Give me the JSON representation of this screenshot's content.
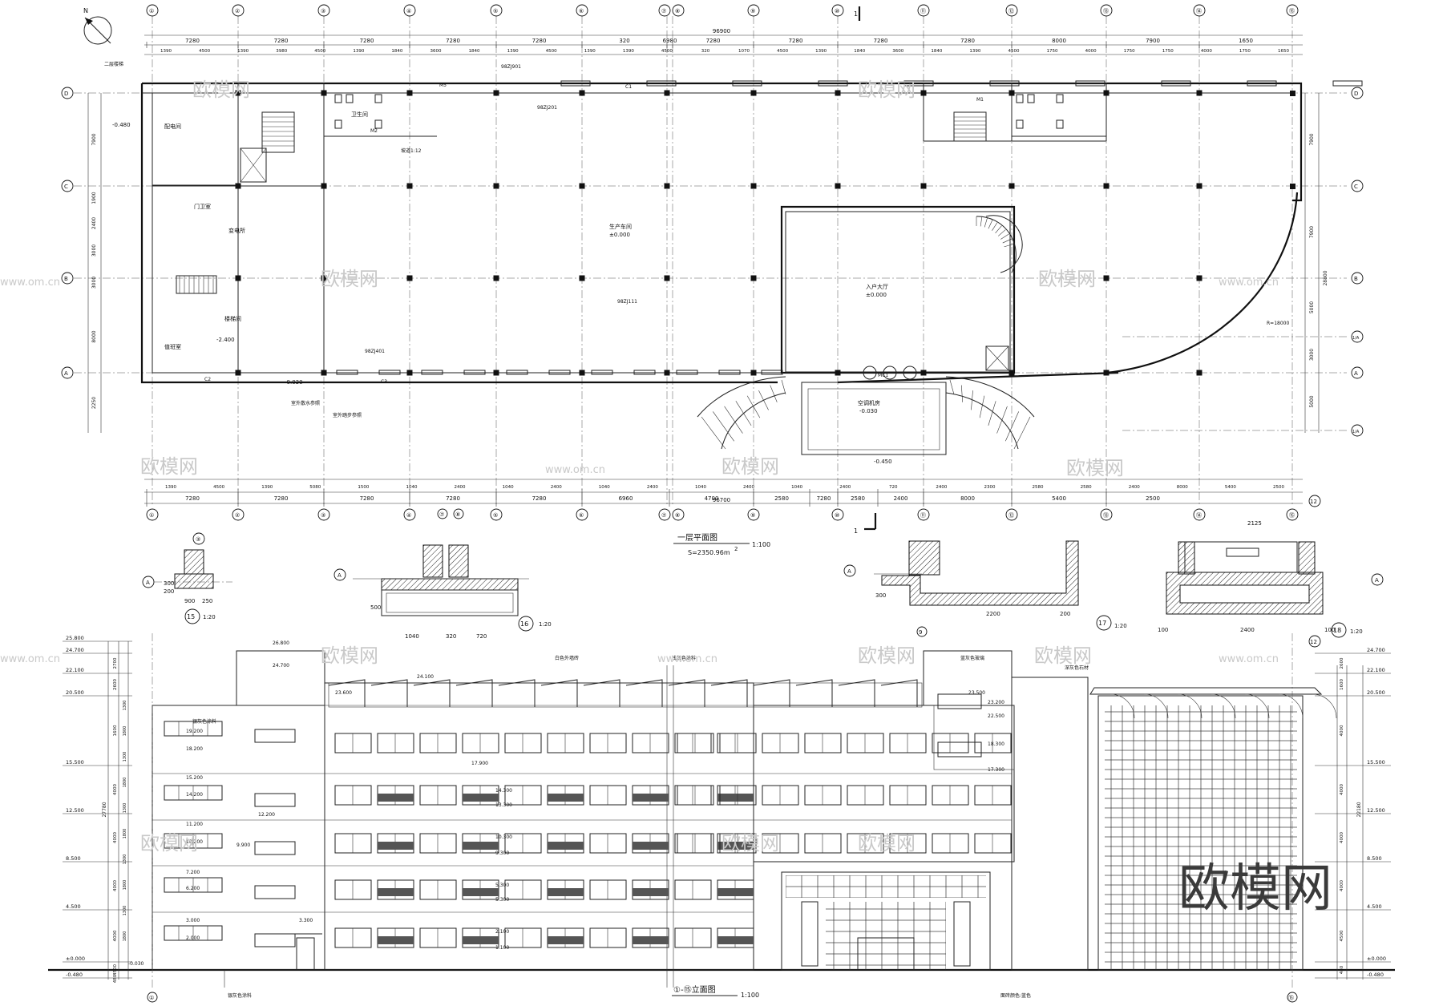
{
  "north": {
    "label": "N"
  },
  "grid_axes": {
    "columns": [
      "①",
      "②",
      "③",
      "④",
      "⑤",
      "⑥",
      "⑦",
      "⑧",
      "⑨",
      "⑩",
      "⑪",
      "⑫",
      "⑬",
      "⑭",
      "⑮"
    ],
    "rows": [
      "D",
      "C",
      "B",
      "A"
    ],
    "extra_rows": [
      "1/A",
      "1/A"
    ]
  },
  "plan": {
    "title": "一层平面图",
    "scale": "1:100",
    "area": "S=2350.96m",
    "area_sup": "2",
    "overall_top": "96900",
    "overall_bottom": "96700",
    "top_bays": [
      "7280",
      "7280",
      "7280",
      "7280",
      "7280",
      "320",
      "6980",
      "7280",
      "7280",
      "7280",
      "7280",
      "8000",
      "7900",
      "1650"
    ],
    "top_sub": [
      "1390",
      "4500",
      "1390",
      "3980",
      "4500",
      "1390",
      "1840",
      "3600",
      "1840",
      "1390",
      "4500",
      "1390",
      "1390",
      "4500",
      "320",
      "1070",
      "4500",
      "1390",
      "1840",
      "3600",
      "1840",
      "1390",
      "4500",
      "1750",
      "4000",
      "1750",
      "1750",
      "4000",
      "1750",
      "1650"
    ],
    "bottom_bays": [
      "7280",
      "7280",
      "7280",
      "7280",
      "7280",
      "6960",
      "4700",
      "2580",
      "7280",
      "2580",
      "2400",
      "8000",
      "5400",
      "2500"
    ],
    "bottom_sub": [
      "1390",
      "4500",
      "1390",
      "5080",
      "1500",
      "1040",
      "2400",
      "1040",
      "2400",
      "1040",
      "2400",
      "1040",
      "2400",
      "1040",
      "2400",
      "720",
      "2400",
      "2300",
      "2580",
      "2580",
      "2400",
      "8000",
      "5400",
      "2500"
    ],
    "left_dims": [
      "7900",
      "1900",
      "2400",
      "3000",
      "3000",
      "8000",
      "2250"
    ],
    "right_dims": [
      "7900",
      "7900",
      "28800",
      "5000",
      "3000",
      "5000"
    ],
    "rooms": [
      {
        "label": "生产车间"
      },
      {
        "label": "入户大厅"
      },
      {
        "label": "门卫室"
      },
      {
        "label": "变电所"
      },
      {
        "label": "楼梯间"
      },
      {
        "label": "卫生间"
      },
      {
        "label": "值班室"
      },
      {
        "label": "配电间"
      },
      {
        "label": "空调机房"
      }
    ],
    "levels": [
      "±0.000",
      "-0.030",
      "-0.450",
      "-0.480",
      "-2.400",
      "±0.000",
      "-0.030"
    ],
    "notes": [
      "98ZJ901",
      "98ZJ201",
      "98ZJ111",
      "98ZJ401",
      "室外散水参照",
      "室外踏步参照",
      "坡道1:12",
      "二层楼梯",
      "MC1",
      "M1",
      "M2",
      "M5",
      "C1",
      "C2",
      "C3",
      "R=18000"
    ]
  },
  "details": [
    {
      "num": "15",
      "scale": "1:20",
      "axis": "A",
      "dims": [
        "900",
        "250",
        "200",
        "300"
      ]
    },
    {
      "num": "16",
      "scale": "1:20",
      "axis": "A",
      "dims": [
        "1040",
        "320",
        "720",
        "500"
      ]
    },
    {
      "num": "17",
      "scale": "1:20",
      "axis": "A",
      "dims": [
        "2200",
        "200",
        "300",
        "9"
      ]
    },
    {
      "num": "18",
      "scale": "1:20",
      "axis": "A",
      "dims": [
        "2125",
        "2400",
        "100",
        "100",
        "12"
      ]
    }
  ],
  "elevation": {
    "title": "①-⑮立面图",
    "scale": "1:100",
    "left_levels": [
      "25.800",
      "24.700",
      "22.100",
      "20.500",
      "15.500",
      "12.500",
      "8.500",
      "4.500",
      "±0.000",
      "-0.480"
    ],
    "left_dims": [
      "2700",
      "2600",
      "1600",
      "4000",
      "4000",
      "4000",
      "4000",
      "4500",
      "480"
    ],
    "left_sub": [
      "1300",
      "1800",
      "1300",
      "1800",
      "1300",
      "1800",
      "1300",
      "1800",
      "1300",
      "1800"
    ],
    "right_levels": [
      "24.700",
      "22.100",
      "20.500",
      "15.500",
      "12.500",
      "8.500",
      "4.500",
      "±0.000",
      "-0.480"
    ],
    "right_dims": [
      "2600",
      "1600",
      "4000",
      "4000",
      "4000",
      "4000",
      "4500",
      "480"
    ],
    "right_total": "22180",
    "left_total": "27780",
    "window_levels": [
      "19.200",
      "18.200",
      "15.200",
      "14.200",
      "11.200",
      "10.200",
      "7.200",
      "6.200",
      "3.000",
      "2.000"
    ],
    "band_levels": [
      "17.900",
      "14.300",
      "13.300",
      "10.300",
      "9.300",
      "5.300",
      "5.300",
      "2.100",
      "1.100"
    ],
    "misc_levels": [
      "26.800",
      "24.700",
      "24.100",
      "23.600",
      "23.500",
      "23.200",
      "22.500",
      "18.300",
      "17.300",
      "12.200",
      "9.900",
      "3.300",
      "-0.030"
    ],
    "notes": [
      "银灰色涂料",
      "白色外墙砖",
      "浅灰色涂料",
      "蓝灰色玻璃",
      "深灰色石材",
      "面砖颜色:蓝色"
    ]
  },
  "watermarks": {
    "cn": "欧模网",
    "url": "www.om.cn",
    "url2": "om.cn",
    "big": "欧模网"
  }
}
